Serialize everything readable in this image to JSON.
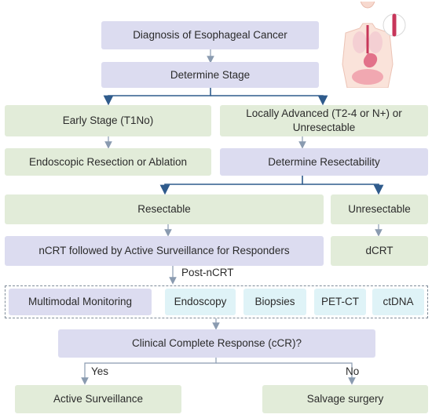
{
  "nodes": {
    "diagnosis": "Diagnosis of Esophageal Cancer",
    "determine_stage": "Determine Stage",
    "early_stage": "Early Stage (T1No)",
    "locally_advanced": "Locally Advanced (T2-4 or N+) or Unresectable",
    "endoscopic": "Endoscopic Resection or Ablation",
    "determine_resectability": "Determine Resectability",
    "resectable": "Resectable",
    "unresectable": "Unresectable",
    "ncrt": "nCRT followed by Active Surveillance for Responders",
    "dcrt": "dCRT",
    "multimodal": "Multimodal Monitoring",
    "endoscopy": "Endoscopy",
    "biopsies": "Biopsies",
    "petct": "PET-CT",
    "ctdna": "ctDNA",
    "ccr": "Clinical Complete Response (cCR)?",
    "active_surveillance": "Active Surveillance",
    "salvage": "Salvage surgery"
  },
  "labels": {
    "post_ncrt": "Post-nCRT",
    "yes": "Yes",
    "no": "No"
  },
  "colors": {
    "lavender": "#dcdcf0",
    "green": "#e2ecd9",
    "cyan": "#dff3f7",
    "arrow_gray": "#8a9bb0",
    "arrow_blue": "#2f5b8c"
  },
  "illustration": "human-anatomy-icon"
}
